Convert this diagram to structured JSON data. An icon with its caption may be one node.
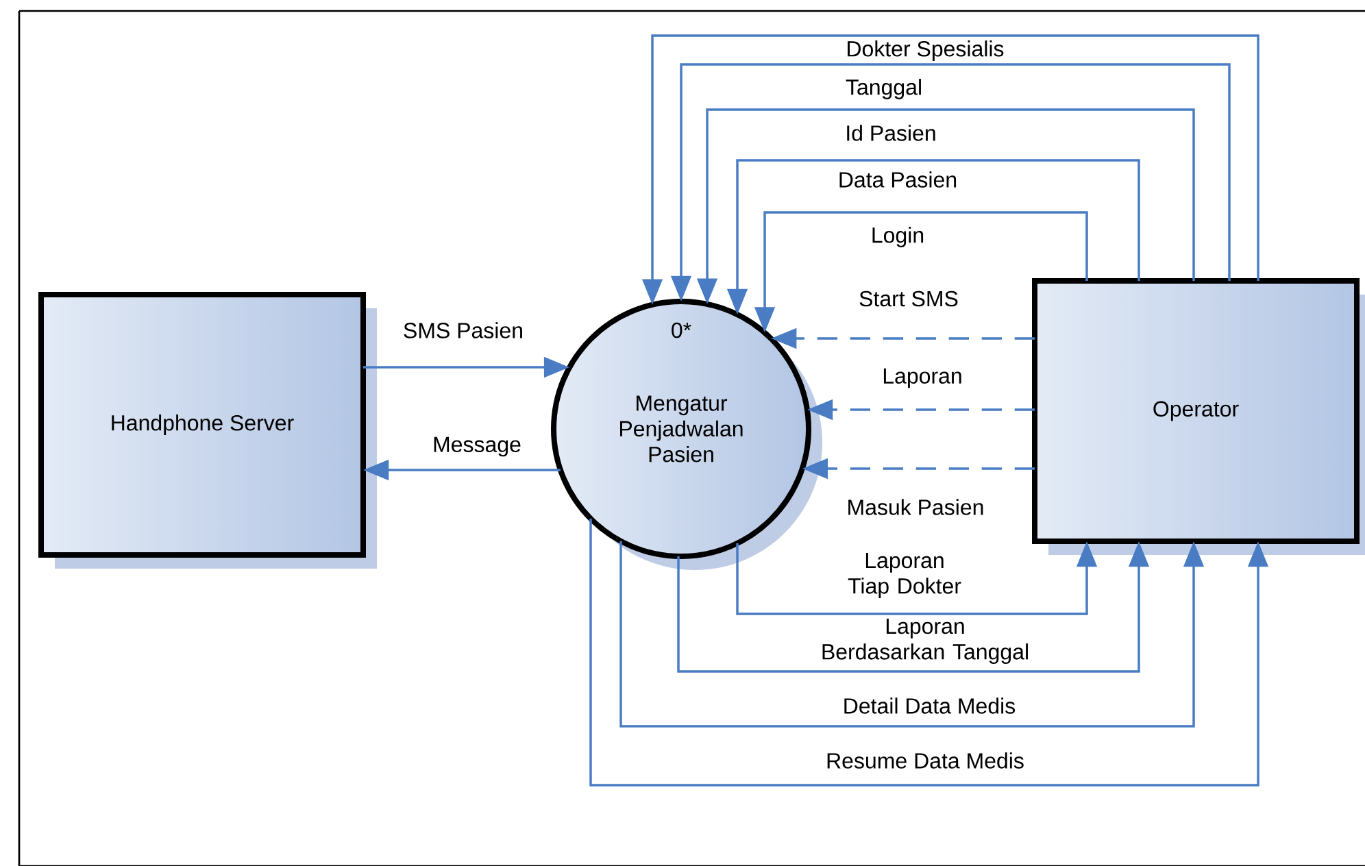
{
  "diagram": {
    "nodes": [
      {
        "text": [
          "Handphone Server"
        ]
      },
      {
        "text": [
          "0*",
          "Mengatur Penjadwalan Pasien"
        ]
      },
      {
        "text": [
          "Operator"
        ]
      }
    ],
    "edges": [
      {
        "from": 0,
        "to": 1,
        "arrow": "to",
        "label": "SMS Pasien"
      },
      {
        "from": 1,
        "to": 0,
        "arrow": "to",
        "label": "Message"
      },
      {
        "from": 2,
        "to": 1,
        "arrow": "to",
        "label": "Dokter Spesialis"
      },
      {
        "from": 2,
        "to": 1,
        "arrow": "to",
        "label": "Tanggal"
      },
      {
        "from": 2,
        "to": 1,
        "arrow": "to",
        "label": "Id Pasien"
      },
      {
        "from": 2,
        "to": 1,
        "arrow": "to",
        "label": "Data Pasien"
      },
      {
        "from": 2,
        "to": 1,
        "arrow": "to",
        "label": "Login"
      },
      {
        "from": 2,
        "to": 1,
        "arrow": "to",
        "label": "Start SMS",
        "style": "dashed"
      },
      {
        "from": 2,
        "to": 1,
        "arrow": "to",
        "label": "Laporan",
        "style": "dashed"
      },
      {
        "from": 2,
        "to": 1,
        "arrow": "to",
        "label": "Masuk Pasien",
        "style": "dashed"
      },
      {
        "from": 1,
        "to": 2,
        "arrow": "to",
        "label": "Laporan Tiap Dokter"
      },
      {
        "from": 1,
        "to": 2,
        "arrow": "to",
        "label": "Laporan Berdasarkan Tanggal"
      },
      {
        "from": 1,
        "to": 2,
        "arrow": "to",
        "label": "Detail Data Medis"
      },
      {
        "from": 1,
        "to": 2,
        "arrow": "to",
        "label": "Resume Data Medis"
      }
    ]
  }
}
